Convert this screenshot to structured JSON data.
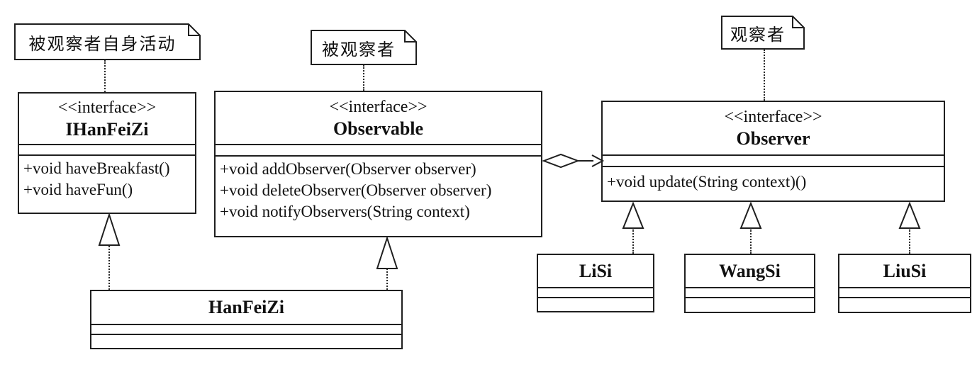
{
  "diagram": {
    "notes": {
      "observed_activity": "被观察者自身活动",
      "observed": "被观察者",
      "observer": "观察者"
    },
    "interfaces": {
      "ihanfeizi": {
        "stereotype": "<<interface>>",
        "name": "IHanFeiZi",
        "methods": [
          "+void haveBreakfast()",
          "+void haveFun()"
        ]
      },
      "observable": {
        "stereotype": "<<interface>>",
        "name": "Observable",
        "methods": [
          "+void addObserver(Observer observer)",
          "+void deleteObserver(Observer observer)",
          "+void notifyObservers(String context)"
        ]
      },
      "observer": {
        "stereotype": "<<interface>>",
        "name": "Observer",
        "methods": [
          "+void update(String context)()"
        ]
      }
    },
    "classes": {
      "hanfeizi": {
        "name": "HanFeiZi"
      },
      "lisi": {
        "name": "LiSi"
      },
      "wangsi": {
        "name": "WangSi"
      },
      "liusi": {
        "name": "LiuSi"
      }
    },
    "relations": {
      "aggregation": "Observable has Observer (diamond-arrow)",
      "realizations": [
        "HanFeiZi implements IHanFeiZi",
        "HanFeiZi implements Observable",
        "LiSi implements Observer",
        "WangSi implements Observer",
        "LiuSi implements Observer"
      ]
    },
    "colors": {
      "line": "#1f1f1f",
      "background": "#ffffff"
    }
  }
}
